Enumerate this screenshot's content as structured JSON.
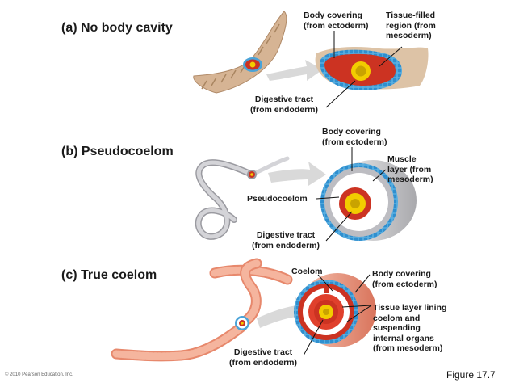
{
  "panels": {
    "a": {
      "title": "(a) No body cavity",
      "body_covering": "Body covering\n(from ectoderm)",
      "tissue_filled": "Tissue-filled\nregion (from\nmesoderm)",
      "digestive": "Digestive tract\n(from endoderm)"
    },
    "b": {
      "title": "(b) Pseudocoelom",
      "body_covering": "Body covering\n(from ectoderm)",
      "muscle": "Muscle\nlayer (from\nmesoderm)",
      "pseudocoelom": "Pseudocoelom",
      "digestive": "Digestive tract\n(from endoderm)"
    },
    "c": {
      "title": "(c) True coelom",
      "coelom": "Coelom",
      "body_covering": "Body covering\n(from ectoderm)",
      "tissue_layer": "Tissue layer lining\ncoelom and\nsuspending\ninternal organs\n(from mesoderm)",
      "digestive": "Digestive tract\n(from endoderm)"
    }
  },
  "copyright": "© 2010 Pearson Education, Inc.",
  "figure_label": "Figure 17.7",
  "colors": {
    "ectoderm": "#4aa3d8",
    "mesoderm": "#cc3322",
    "endoderm": "#f2cc00",
    "flatworm": "#c9a98a",
    "nematode": "#c7c7cc",
    "earthworm": "#f0a58a",
    "arrow": "#d9d9d9"
  }
}
